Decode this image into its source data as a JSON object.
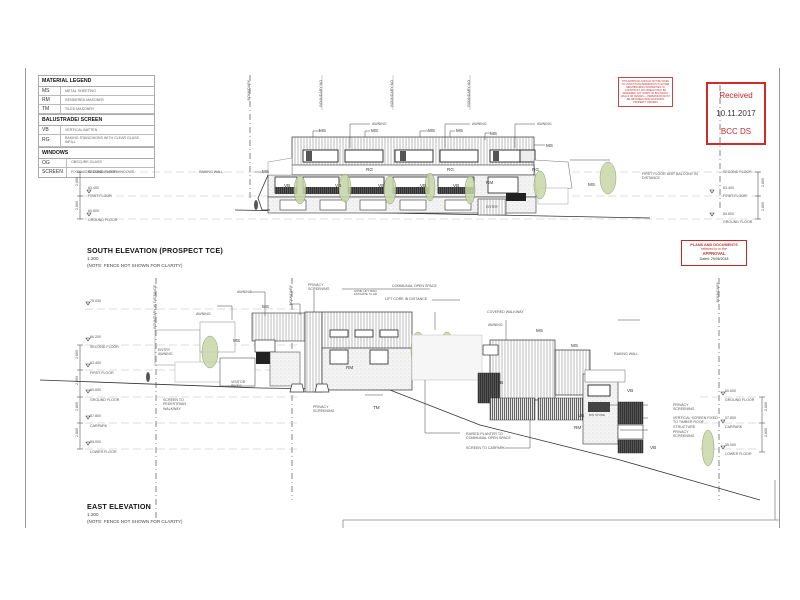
{
  "sheet": {
    "legend": {
      "title": "MATERIAL LEGEND",
      "materials": [
        {
          "code": "MS",
          "desc": "METAL SHEETING"
        },
        {
          "code": "RM",
          "desc": "RENDERED MASONRY"
        },
        {
          "code": "TM",
          "desc": "TILED MASONRY"
        }
      ],
      "balustrade_title": "BALUSTRADE/ SCREEN",
      "balustrade": [
        {
          "code": "VB",
          "desc": "VERTICAL BATTEN"
        },
        {
          "code": "RG",
          "desc": "RAKING STANCHIONS WITH CLEAR GLASS INFILL"
        }
      ],
      "windows_title": "WINDOWS",
      "windows": [
        {
          "code": "OG",
          "desc": "OBSCURE GLASS"
        },
        {
          "code": "SCREEN",
          "desc": "FIXED SCREENING OVER WINDOWS"
        }
      ]
    },
    "stamps": {
      "received": {
        "label": "Received",
        "date": "10.11.2017",
        "office": "BCC DS",
        "color": "#d32a2a"
      },
      "approval_note": "THIS APPROVAL SHOULD NOT BE TAKEN TO CONSTITUTE PERMISSION TO ENTER NEIGHBOURING PROPERTIES TO CONSTRUCT. ANY BREACH MAY BE REFERRED. ANY WORK ON BOUNDARY WALLS OR FENCES — PERMISSION MUST BE OBTAINED FROM ADJOINING PROPERTY OWNERS",
      "plans": {
        "line1": "PLANS AND DOCUMENTS",
        "line2": "referred to in the",
        "line3": "APPROVAL",
        "line4": "Dated: 29/06/2018"
      }
    },
    "south_elevation": {
      "title": "SOUTH ELEVATION (PROSPECT TCE)",
      "scale": "1:200",
      "note": "(NOTE: FENCE NOT SHOWN FOR CLARITY)",
      "gridlines": [
        "BOUNDARY",
        "BOUNDARY NO",
        "BOUNDARY NO",
        "BOUNDARY NO"
      ],
      "levels_left": [
        {
          "rl": "",
          "name": "SECOND FLOOR"
        },
        {
          "rl": "63.400",
          "name": "FIRST FLOOR"
        },
        {
          "rl": "60.600",
          "name": "GROUND FLOOR"
        }
      ],
      "levels_right": [
        {
          "rl": "",
          "name": "SECOND FLOOR"
        },
        {
          "rl": "63.400",
          "name": "FIRST FLOOR"
        },
        {
          "rl": "60.600",
          "name": "GROUND FLOOR"
        }
      ],
      "dims": [
        "2,800",
        "2,800"
      ],
      "callouts": {
        "awning": "AWNING",
        "raking_wall": "RAKING WALL",
        "balcony": "FIRST FLOOR UNIT BALCONY IN DISTANCE",
        "entry": "ENTRY"
      },
      "tags": [
        "MS",
        "MS",
        "MS",
        "MS",
        "MS",
        "MS",
        "MS",
        "RG",
        "RG",
        "RG",
        "VB",
        "VB",
        "VB",
        "VB",
        "VB",
        "RM"
      ]
    },
    "east_elevation": {
      "title": "EAST ELEVATION",
      "scale": "1:200",
      "note": "(NOTE: FENCE NOT SHOWN FOR CLARITY)",
      "gridlines": [
        "BOUNDARY IN DISTANCE",
        "BOUNDARY",
        "BOUNDARY"
      ],
      "levels_left": [
        {
          "rl": "75.030",
          "name": ""
        },
        {
          "rl": "66.200",
          "name": "SECOND FLOOR"
        },
        {
          "rl": "63.400",
          "name": "FIRST FLOOR"
        },
        {
          "rl": "60.600",
          "name": "GROUND FLOOR"
        },
        {
          "rl": "57.800",
          "name": "CARPARK"
        },
        {
          "rl": "55.000",
          "name": "LOWER FLOOR"
        }
      ],
      "levels_right": [
        {
          "rl": "60.600",
          "name": "GROUND FLOOR"
        },
        {
          "rl": "57.800",
          "name": "CARPARK"
        },
        {
          "rl": "55.000",
          "name": "LOWER FLOOR"
        }
      ],
      "dims": [
        "2,800",
        "2,800",
        "2,800",
        "2,800"
      ],
      "callouts": {
        "awning": "AWNING",
        "privacy_screening": "PRIVACY SCREENING",
        "communal_open_space": "COMMUNAL OPEN SPACE",
        "lift_rl": "HOME LIFT SPEC ESTIMATE 73.130",
        "lift_core": "LIFT CORE IN DISTANCE",
        "covered_walkway": "COVERED WALKWAY",
        "entry_awning": "ENTRY AWNING",
        "visitor_bikes": "VISITOR BIKES",
        "screen_pedestrian": "SCREEN TO PEDESTRIAN WALKWAY",
        "raking_wall": "RAKING WALL",
        "raised_planter": "RAISED PLANTER TO COMMUNAL OPEN SPACE",
        "screen_carpark": "SCREEN TO CARPARK",
        "vertical_screen": "VERTICAL SCREEN FIXED TO TIMBER ROOF STRUCTURE",
        "bin_store": "BIN STORE"
      },
      "tags": [
        "MS",
        "MS",
        "MS",
        "MS",
        "RM",
        "RM",
        "TM",
        "VB",
        "VB",
        "VB",
        "VB"
      ]
    }
  }
}
